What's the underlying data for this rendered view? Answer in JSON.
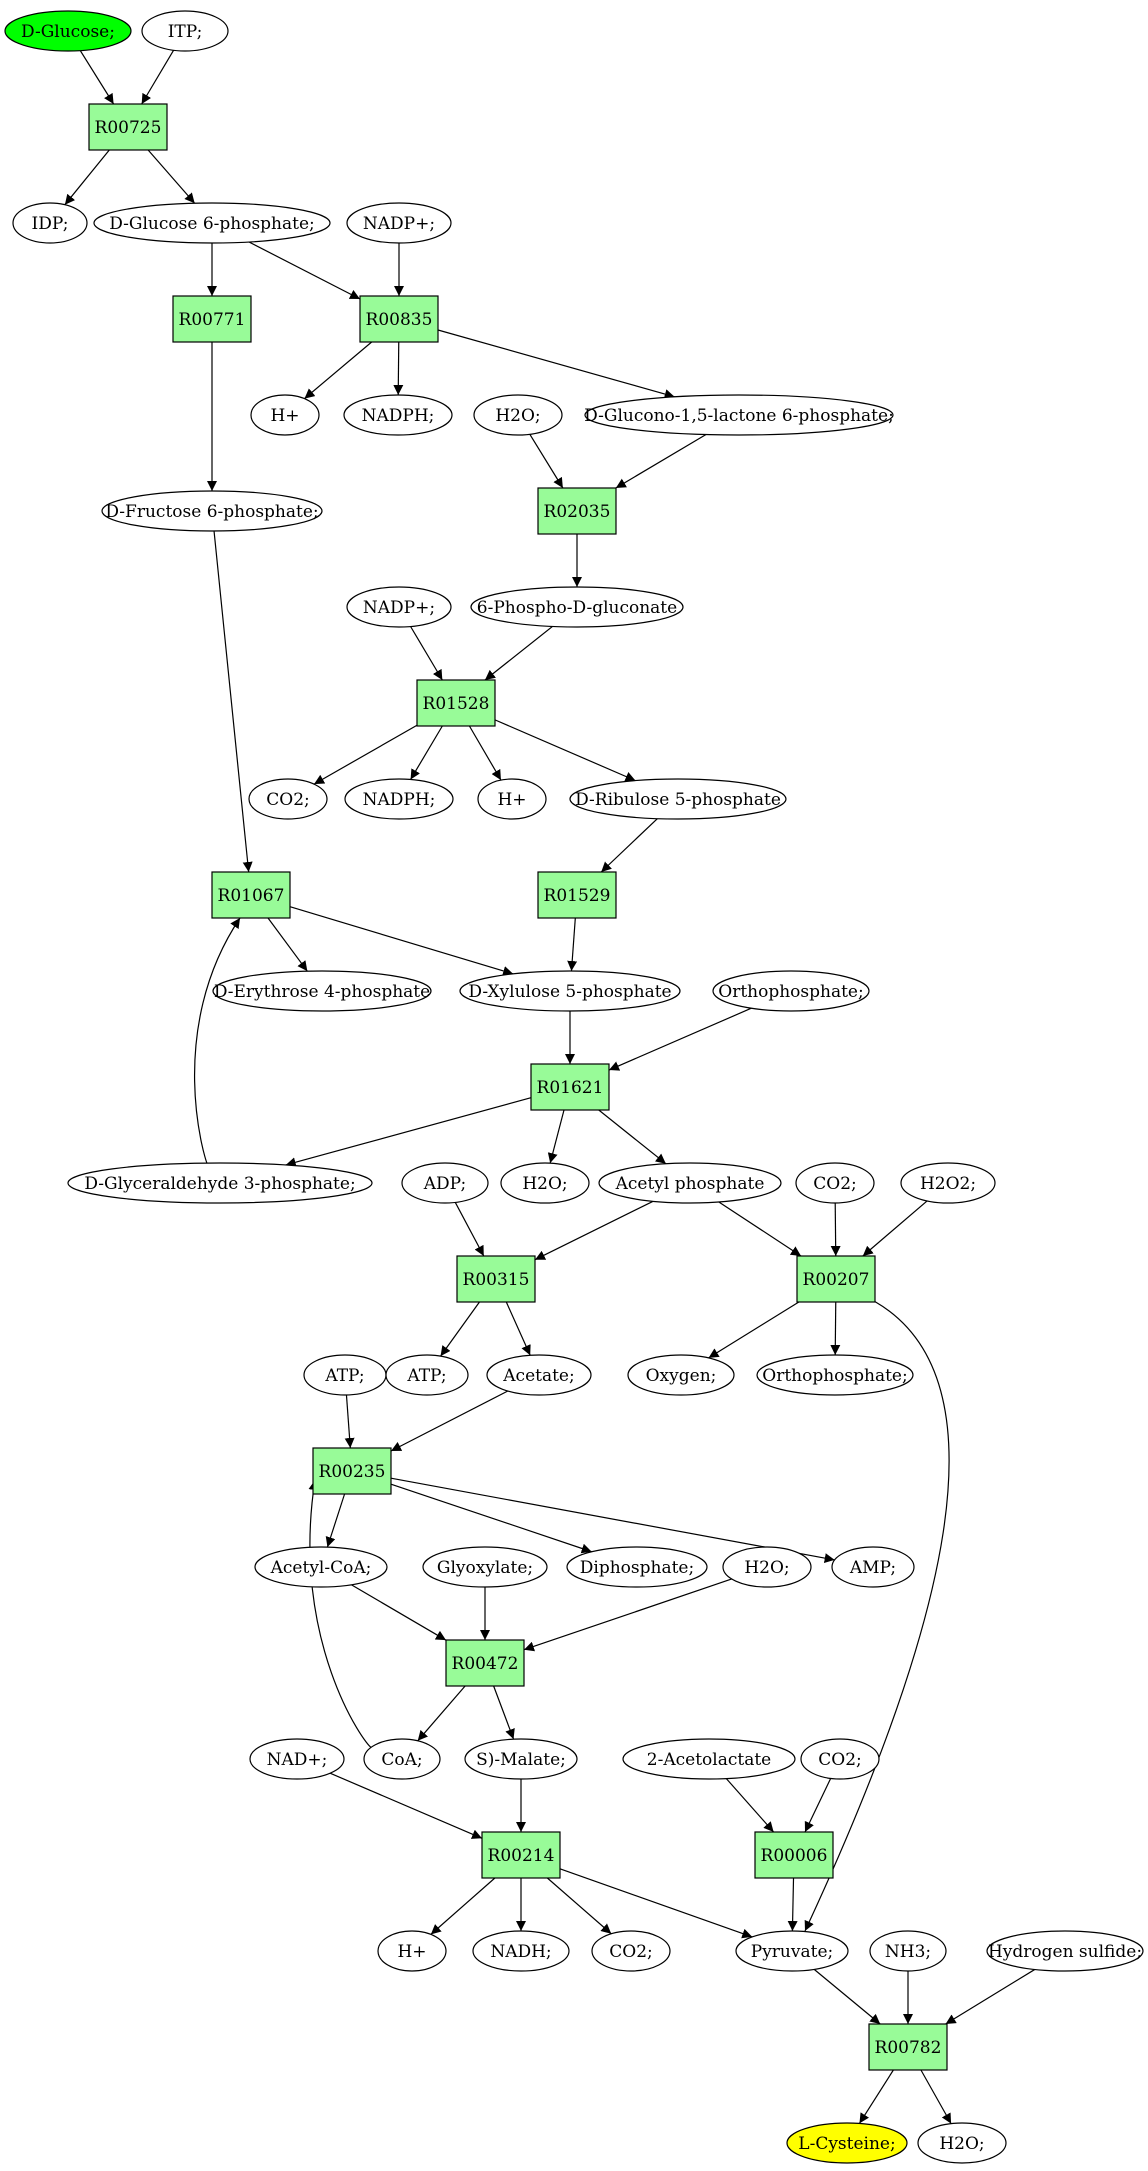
{
  "colors": {
    "source": "#00ff00",
    "target": "#ffff00",
    "reaction": "#98fb98",
    "metabolite": "#ffffff"
  },
  "nodes": [
    {
      "id": "m_glucose",
      "kind": "source",
      "label": "D-Glucose;"
    },
    {
      "id": "m_itp",
      "kind": "metabolite",
      "label": "ITP;"
    },
    {
      "id": "r_R00725",
      "kind": "reaction",
      "label": "R00725"
    },
    {
      "id": "m_idp",
      "kind": "metabolite",
      "label": "IDP;"
    },
    {
      "id": "m_g6p",
      "kind": "metabolite",
      "label": "D-Glucose 6-phosphate;"
    },
    {
      "id": "m_nadp1",
      "kind": "metabolite",
      "label": "NADP+;"
    },
    {
      "id": "r_R00771",
      "kind": "reaction",
      "label": "R00771"
    },
    {
      "id": "r_R00835",
      "kind": "reaction",
      "label": "R00835"
    },
    {
      "id": "m_h1",
      "kind": "metabolite",
      "label": "H+"
    },
    {
      "id": "m_nadph1",
      "kind": "metabolite",
      "label": "NADPH;"
    },
    {
      "id": "m_h2o1",
      "kind": "metabolite",
      "label": "H2O;"
    },
    {
      "id": "m_glucono",
      "kind": "metabolite",
      "label": "D-Glucono-1,5-lactone 6-phosphate;"
    },
    {
      "id": "m_f6p",
      "kind": "metabolite",
      "label": "D-Fructose 6-phosphate;"
    },
    {
      "id": "r_R02035",
      "kind": "reaction",
      "label": "R02035"
    },
    {
      "id": "m_nadp2",
      "kind": "metabolite",
      "label": "NADP+;"
    },
    {
      "id": "m_6pg",
      "kind": "metabolite",
      "label": "6-Phospho-D-gluconate"
    },
    {
      "id": "r_R01528",
      "kind": "reaction",
      "label": "R01528"
    },
    {
      "id": "m_co2a",
      "kind": "metabolite",
      "label": "CO2;"
    },
    {
      "id": "m_nadph2",
      "kind": "metabolite",
      "label": "NADPH;"
    },
    {
      "id": "m_h2",
      "kind": "metabolite",
      "label": "H+"
    },
    {
      "id": "m_ru5p",
      "kind": "metabolite",
      "label": "D-Ribulose 5-phosphate"
    },
    {
      "id": "r_R01067",
      "kind": "reaction",
      "label": "R01067"
    },
    {
      "id": "r_R01529",
      "kind": "reaction",
      "label": "R01529"
    },
    {
      "id": "m_e4p",
      "kind": "metabolite",
      "label": "D-Erythrose 4-phosphate"
    },
    {
      "id": "m_xu5p",
      "kind": "metabolite",
      "label": "D-Xylulose 5-phosphate"
    },
    {
      "id": "m_pi1",
      "kind": "metabolite",
      "label": "Orthophosphate;"
    },
    {
      "id": "r_R01621",
      "kind": "reaction",
      "label": "R01621"
    },
    {
      "id": "m_g3p",
      "kind": "metabolite",
      "label": "D-Glyceraldehyde 3-phosphate;"
    },
    {
      "id": "m_adp",
      "kind": "metabolite",
      "label": "ADP;"
    },
    {
      "id": "m_h2o2",
      "kind": "metabolite",
      "label": "H2O;"
    },
    {
      "id": "m_acp",
      "kind": "metabolite",
      "label": "Acetyl phosphate"
    },
    {
      "id": "m_co2b",
      "kind": "metabolite",
      "label": "CO2;"
    },
    {
      "id": "m_h2o2x",
      "kind": "metabolite",
      "label": "H2O2;"
    },
    {
      "id": "r_R00315",
      "kind": "reaction",
      "label": "R00315"
    },
    {
      "id": "r_R00207",
      "kind": "reaction",
      "label": "R00207"
    },
    {
      "id": "m_atp1",
      "kind": "metabolite",
      "label": "ATP;"
    },
    {
      "id": "m_atp2",
      "kind": "metabolite",
      "label": "ATP;"
    },
    {
      "id": "m_acetate",
      "kind": "metabolite",
      "label": "Acetate;"
    },
    {
      "id": "m_oxygen",
      "kind": "metabolite",
      "label": "Oxygen;"
    },
    {
      "id": "m_pi2",
      "kind": "metabolite",
      "label": "Orthophosphate;"
    },
    {
      "id": "r_R00235",
      "kind": "reaction",
      "label": "R00235"
    },
    {
      "id": "m_accoa",
      "kind": "metabolite",
      "label": "Acetyl-CoA;"
    },
    {
      "id": "m_glyox",
      "kind": "metabolite",
      "label": "Glyoxylate;"
    },
    {
      "id": "m_ppi",
      "kind": "metabolite",
      "label": "Diphosphate;"
    },
    {
      "id": "m_h2o3",
      "kind": "metabolite",
      "label": "H2O;"
    },
    {
      "id": "m_amp",
      "kind": "metabolite",
      "label": "AMP;"
    },
    {
      "id": "r_R00472",
      "kind": "reaction",
      "label": "R00472"
    },
    {
      "id": "m_nad",
      "kind": "metabolite",
      "label": "NAD+;"
    },
    {
      "id": "m_coa",
      "kind": "metabolite",
      "label": "CoA;"
    },
    {
      "id": "m_malate",
      "kind": "metabolite",
      "label": "S)-Malate;"
    },
    {
      "id": "m_acl",
      "kind": "metabolite",
      "label": "2-Acetolactate"
    },
    {
      "id": "m_co2c",
      "kind": "metabolite",
      "label": "CO2;"
    },
    {
      "id": "r_R00214",
      "kind": "reaction",
      "label": "R00214"
    },
    {
      "id": "r_R00006",
      "kind": "reaction",
      "label": "R00006"
    },
    {
      "id": "m_h3",
      "kind": "metabolite",
      "label": "H+"
    },
    {
      "id": "m_nadh",
      "kind": "metabolite",
      "label": "NADH;"
    },
    {
      "id": "m_co2d",
      "kind": "metabolite",
      "label": "CO2;"
    },
    {
      "id": "m_pyr",
      "kind": "metabolite",
      "label": "Pyruvate;"
    },
    {
      "id": "m_nh3",
      "kind": "metabolite",
      "label": "NH3;"
    },
    {
      "id": "m_h2s",
      "kind": "metabolite",
      "label": "Hydrogen sulfide;"
    },
    {
      "id": "r_R00782",
      "kind": "reaction",
      "label": "R00782"
    },
    {
      "id": "m_cys",
      "kind": "target",
      "label": "L-Cysteine;"
    },
    {
      "id": "m_h2o4",
      "kind": "metabolite",
      "label": "H2O;"
    }
  ],
  "edges": [
    [
      "m_glucose",
      "r_R00725"
    ],
    [
      "m_itp",
      "r_R00725"
    ],
    [
      "r_R00725",
      "m_idp"
    ],
    [
      "r_R00725",
      "m_g6p"
    ],
    [
      "m_g6p",
      "r_R00771"
    ],
    [
      "m_g6p",
      "r_R00835"
    ],
    [
      "m_nadp1",
      "r_R00835"
    ],
    [
      "r_R00835",
      "m_h1"
    ],
    [
      "r_R00835",
      "m_nadph1"
    ],
    [
      "r_R00835",
      "m_glucono"
    ],
    [
      "r_R00771",
      "m_f6p"
    ],
    [
      "m_h2o1",
      "r_R02035"
    ],
    [
      "m_glucono",
      "r_R02035"
    ],
    [
      "r_R02035",
      "m_6pg"
    ],
    [
      "m_nadp2",
      "r_R01528"
    ],
    [
      "m_6pg",
      "r_R01528"
    ],
    [
      "r_R01528",
      "m_co2a"
    ],
    [
      "r_R01528",
      "m_nadph2"
    ],
    [
      "r_R01528",
      "m_h2"
    ],
    [
      "r_R01528",
      "m_ru5p"
    ],
    [
      "m_f6p",
      "r_R01067"
    ],
    [
      "m_g3p",
      "r_R01067"
    ],
    [
      "r_R01067",
      "m_e4p"
    ],
    [
      "r_R01067",
      "m_xu5p"
    ],
    [
      "m_ru5p",
      "r_R01529"
    ],
    [
      "r_R01529",
      "m_xu5p"
    ],
    [
      "m_xu5p",
      "r_R01621"
    ],
    [
      "m_pi1",
      "r_R01621"
    ],
    [
      "r_R01621",
      "m_g3p"
    ],
    [
      "r_R01621",
      "m_h2o2"
    ],
    [
      "r_R01621",
      "m_acp"
    ],
    [
      "m_adp",
      "r_R00315"
    ],
    [
      "m_acp",
      "r_R00315"
    ],
    [
      "m_acp",
      "r_R00207"
    ],
    [
      "m_co2b",
      "r_R00207"
    ],
    [
      "m_h2o2x",
      "r_R00207"
    ],
    [
      "r_R00315",
      "m_atp2"
    ],
    [
      "r_R00315",
      "m_acetate"
    ],
    [
      "r_R00207",
      "m_oxygen"
    ],
    [
      "r_R00207",
      "m_pi2"
    ],
    [
      "r_R00207",
      "m_pyr"
    ],
    [
      "m_atp1",
      "r_R00235"
    ],
    [
      "m_acetate",
      "r_R00235"
    ],
    [
      "m_coa",
      "r_R00235"
    ],
    [
      "r_R00235",
      "m_accoa"
    ],
    [
      "r_R00235",
      "m_ppi"
    ],
    [
      "r_R00235",
      "m_amp"
    ],
    [
      "m_accoa",
      "r_R00472"
    ],
    [
      "m_glyox",
      "r_R00472"
    ],
    [
      "m_h2o3",
      "r_R00472"
    ],
    [
      "r_R00472",
      "m_coa"
    ],
    [
      "r_R00472",
      "m_malate"
    ],
    [
      "m_nad",
      "r_R00214"
    ],
    [
      "m_malate",
      "r_R00214"
    ],
    [
      "r_R00214",
      "m_h3"
    ],
    [
      "r_R00214",
      "m_nadh"
    ],
    [
      "r_R00214",
      "m_co2d"
    ],
    [
      "r_R00214",
      "m_pyr"
    ],
    [
      "m_acl",
      "r_R00006"
    ],
    [
      "m_co2c",
      "r_R00006"
    ],
    [
      "r_R00006",
      "m_pyr"
    ],
    [
      "m_pyr",
      "r_R00782"
    ],
    [
      "m_nh3",
      "r_R00782"
    ],
    [
      "m_h2s",
      "r_R00782"
    ],
    [
      "r_R00782",
      "m_cys"
    ],
    [
      "r_R00782",
      "m_h2o4"
    ]
  ]
}
